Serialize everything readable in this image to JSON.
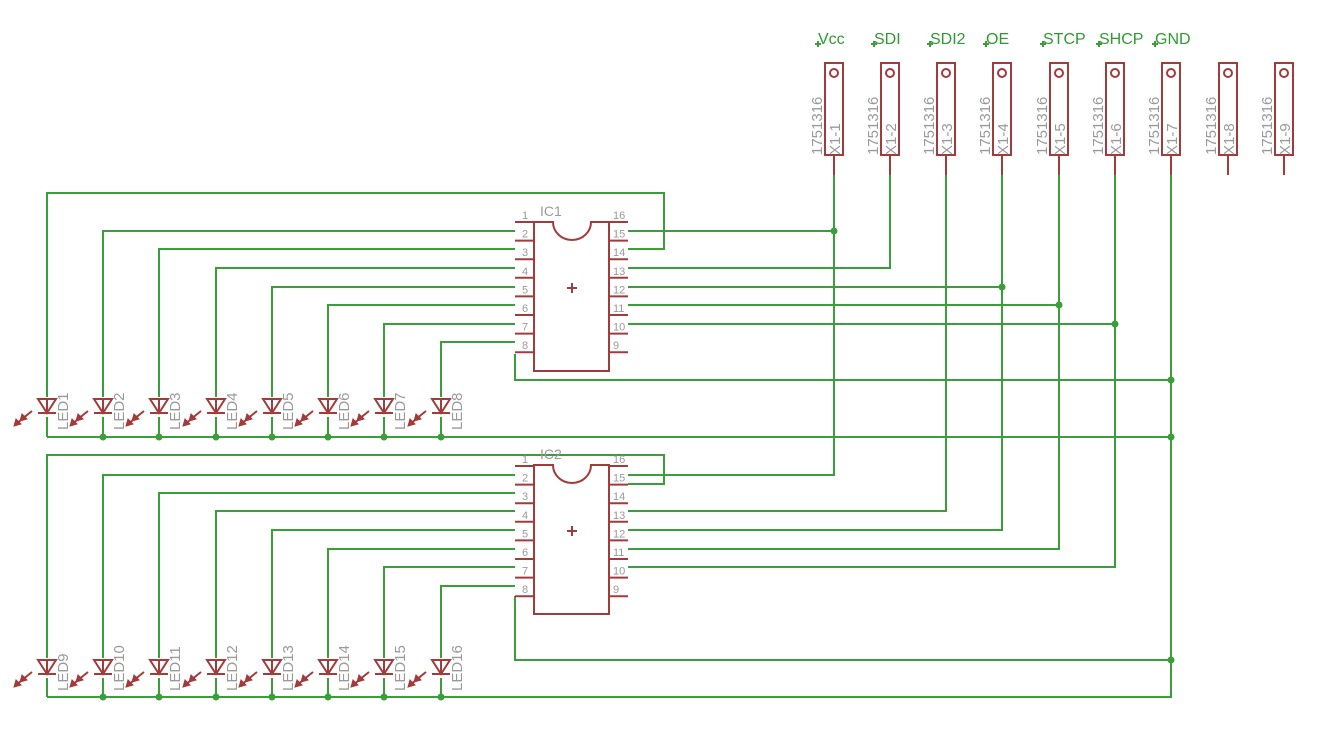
{
  "schematic": {
    "connector": {
      "part_value": "1751316",
      "pin_names": [
        "X1-1",
        "X1-2",
        "X1-3",
        "X1-4",
        "X1-5",
        "X1-6",
        "X1-7",
        "X1-8",
        "X1-9"
      ],
      "net_labels": [
        "Vcc",
        "SDI",
        "SDI2",
        "OE",
        "STCP",
        "SHCP",
        "GND"
      ]
    },
    "ics": [
      {
        "name": "IC1",
        "pins_left": [
          "1",
          "2",
          "3",
          "4",
          "5",
          "6",
          "7",
          "8"
        ],
        "pins_right": [
          "16",
          "15",
          "14",
          "13",
          "12",
          "11",
          "10",
          "9"
        ]
      },
      {
        "name": "IC2",
        "pins_left": [
          "1",
          "2",
          "3",
          "4",
          "5",
          "6",
          "7",
          "8"
        ],
        "pins_right": [
          "16",
          "15",
          "14",
          "13",
          "12",
          "11",
          "10",
          "9"
        ]
      }
    ],
    "leds_row1": [
      "LED1",
      "LED2",
      "LED3",
      "LED4",
      "LED5",
      "LED6",
      "LED7",
      "LED8"
    ],
    "leds_row2": [
      "LED9",
      "LED10",
      "LED11",
      "LED12",
      "LED13",
      "LED14",
      "LED15",
      "LED16"
    ],
    "colors": {
      "wire": "#3a9e3a",
      "part": "#a23b3b",
      "label": "#9a9a9a",
      "net_label": "#2f9a2f"
    }
  }
}
